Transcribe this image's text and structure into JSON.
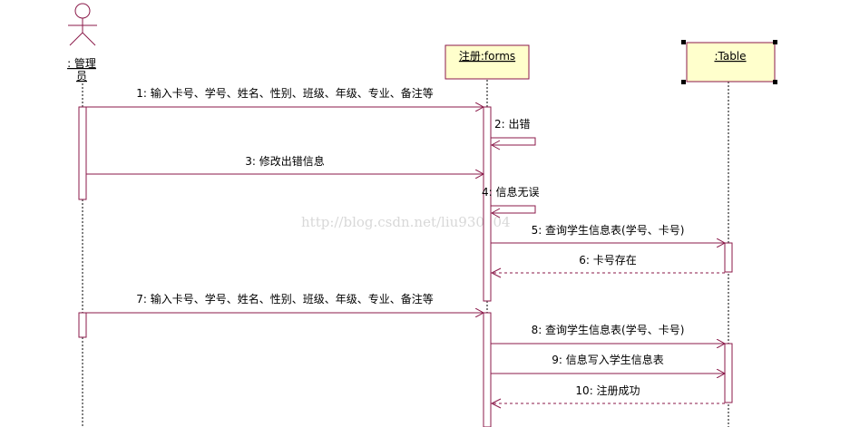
{
  "actor": {
    "label_line1": ": 管理",
    "label_line2": "员"
  },
  "objects": [
    {
      "label": "注册:forms"
    },
    {
      "label": ":Table"
    }
  ],
  "messages": [
    {
      "label": "1: 输入卡号、学号、姓名、性别、班级、年级、专业、备注等"
    },
    {
      "label": "2: 出错"
    },
    {
      "label": "3: 修改出错信息"
    },
    {
      "label": "4: 信息无误"
    },
    {
      "label": "5: 查询学生信息表(学号、卡号)"
    },
    {
      "label": "6: 卡号存在"
    },
    {
      "label": "7: 输入卡号、学号、姓名、性别、班级、年级、专业、备注等"
    },
    {
      "label": "8: 查询学生信息表(学号、卡号)"
    },
    {
      "label": "9: 信息写入学生信息表"
    },
    {
      "label": "10: 注册成功"
    }
  ],
  "watermark": "http://blog.csdn.net/liu930104",
  "colors": {
    "line": "#8b1a4a",
    "object_fill": "#ffffcc",
    "object_border": "#8b1a4a",
    "activation_fill": "#ffffff",
    "lifeline": "#000000"
  }
}
